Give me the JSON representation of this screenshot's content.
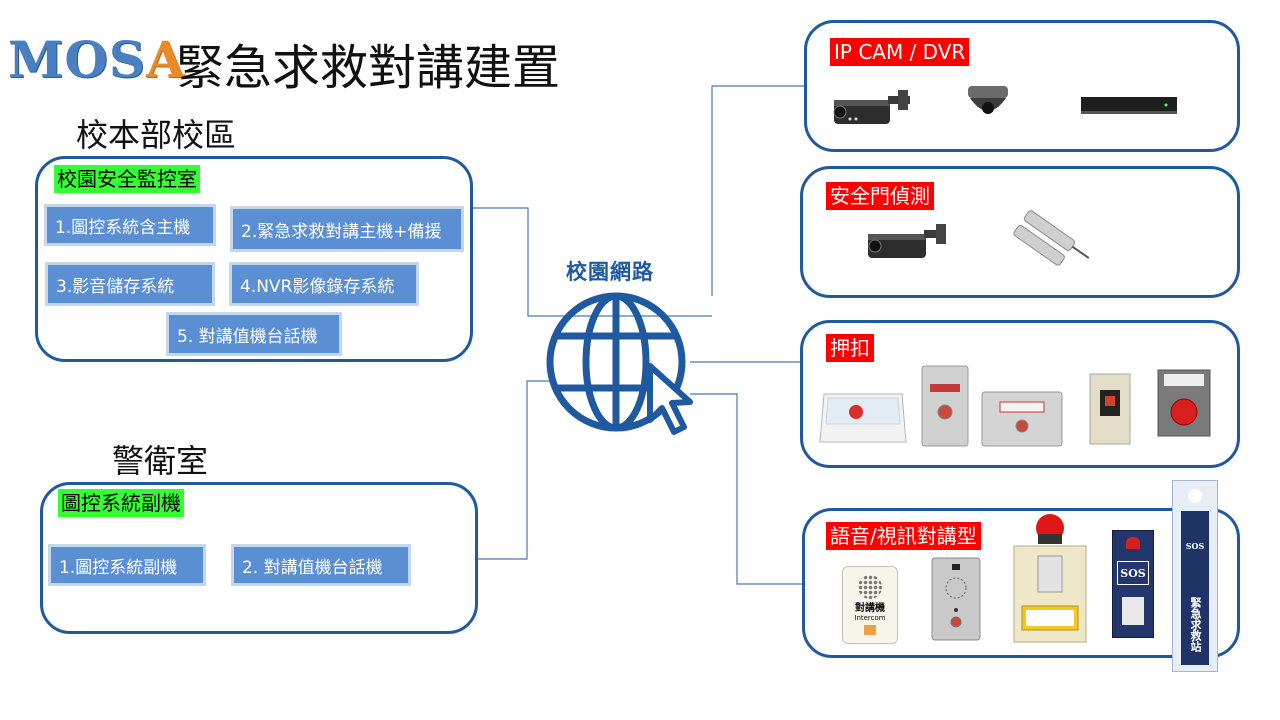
{
  "header": {
    "logo_main": "MOS",
    "logo_accent": "A",
    "title": "緊急求救對講建置"
  },
  "campus": {
    "section_title": "校本部校區",
    "panel_label": "校園安全監控室",
    "buttons": [
      "1.圖控系統含主機",
      "2.緊急求救對講主機+備援",
      "3.影音儲存系統",
      "4.NVR影像錄存系統",
      "5. 對講值機台話機"
    ]
  },
  "guard": {
    "section_title": "警衛室",
    "panel_label": "圖控系統副機",
    "buttons": [
      "1.圖控系統副機",
      "2. 對講值機台話機"
    ]
  },
  "network": {
    "label": "校園網路",
    "icon": "globe-cursor-icon"
  },
  "devices": {
    "ipcam": {
      "label": "IP CAM / DVR",
      "items": [
        "bullet-camera-icon",
        "dome-camera-icon",
        "dvr-recorder-icon"
      ]
    },
    "door": {
      "label": "安全門偵測",
      "items": [
        "bullet-camera-icon",
        "magnetic-door-sensor-icon"
      ]
    },
    "button": {
      "label": "押扣",
      "items": [
        "emergency-box-icon",
        "plate-button-icon",
        "wide-plate-button-icon",
        "small-button-icon",
        "red-mushroom-button-icon"
      ]
    },
    "intercom": {
      "label": "語音/視訊對講型",
      "items": [
        "intercom-speaker-icon",
        "video-intercom-panel-icon",
        "intercom-cabinet-icon",
        "sos-post-icon",
        "sos-pillar-icon"
      ],
      "speaker_text_1": "對講機",
      "speaker_text_2": "Intercom",
      "sos_text": "SOS",
      "pillar_text": "緊急求救站"
    }
  },
  "colors": {
    "panel_border": "#1f5aa0",
    "button_fill": "#5b8fd3",
    "label_green": "#33ff33",
    "label_red": "#ff0000"
  }
}
